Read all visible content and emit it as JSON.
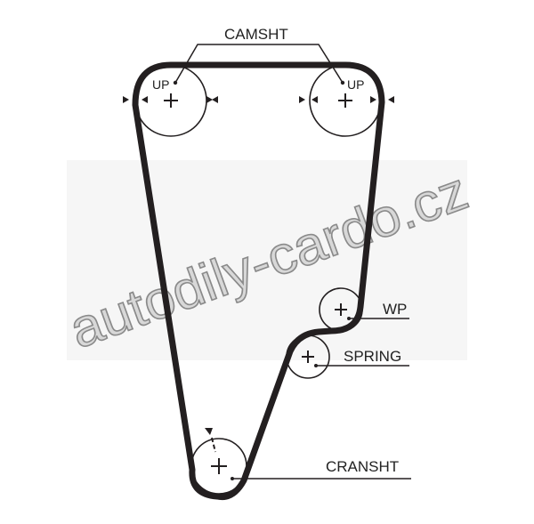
{
  "diagram": {
    "title": "Timing belt routing",
    "labels": {
      "camshaft": "CAMSHT",
      "up_left": "UP",
      "up_right": "UP",
      "water_pump": "WP",
      "spring": "SPRING",
      "crankshaft": "CRANSHT"
    },
    "watermark": "autodily-cardo.cz",
    "colors": {
      "belt": "#231f20",
      "watermark_fill": "#d8d8d8",
      "watermark_stroke": "#8a8a8a"
    }
  }
}
